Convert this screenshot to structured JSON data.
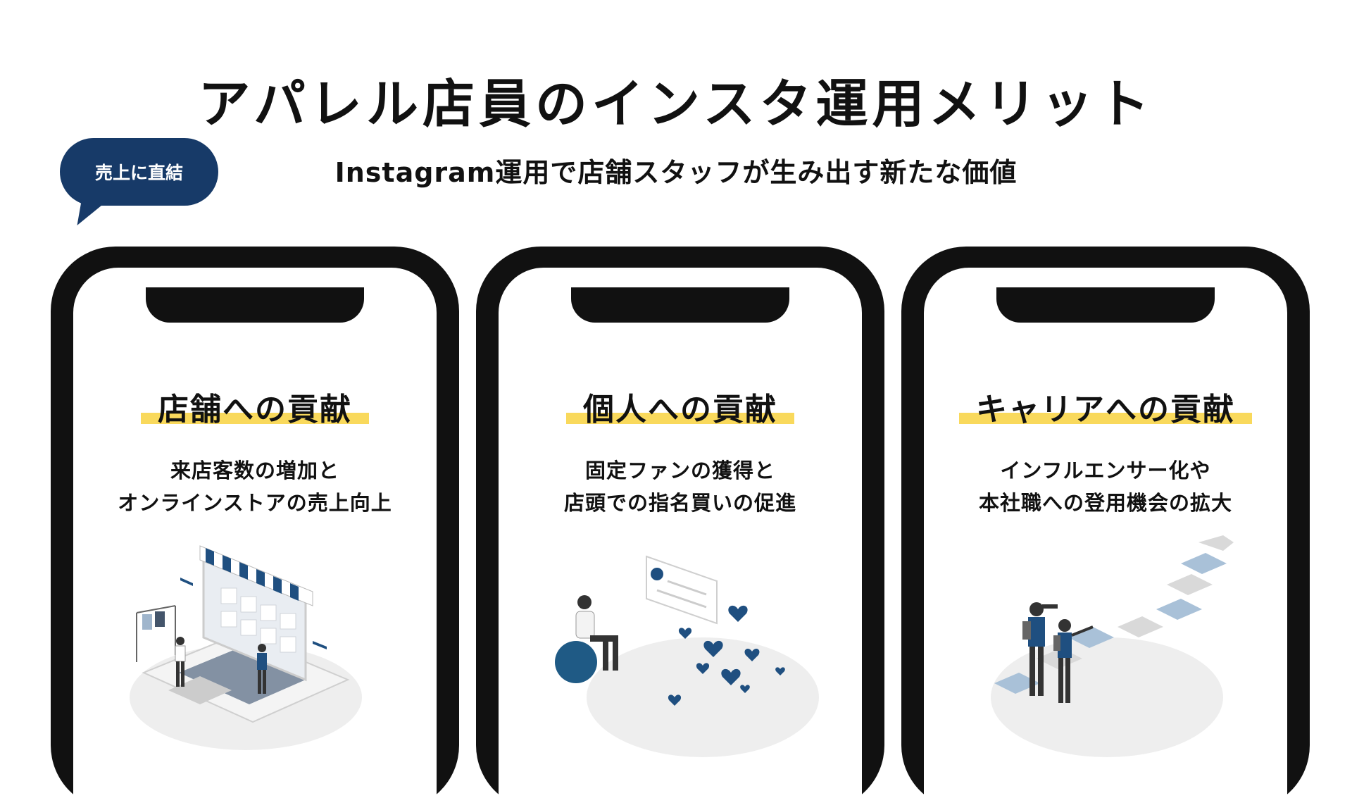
{
  "header": {
    "title": "アパレル店員のインスタ運用メリット",
    "subtitle": "Instagram運用で店舗スタッフが生み出す新たな価値",
    "badge": "売上に直結"
  },
  "cards": [
    {
      "heading": "店舗への貢献",
      "line1": "来店客数の増加と",
      "line2": "オンラインストアの売上向上",
      "illustration": "storefront-illustration"
    },
    {
      "heading": "個人への貢献",
      "line1": "固定ファンの獲得と",
      "line2": "店頭での指名買いの促進",
      "illustration": "likes-illustration"
    },
    {
      "heading": "キャリアへの貢献",
      "line1": "インフルエンサー化や",
      "line2": "本社職への登用機会の拡大",
      "illustration": "career-path-illustration"
    }
  ],
  "colors": {
    "accent_navy": "#173a68",
    "highlight_yellow": "#f9d95c",
    "phone_frame": "#111111",
    "illustration_blue": "#1f5a85"
  }
}
